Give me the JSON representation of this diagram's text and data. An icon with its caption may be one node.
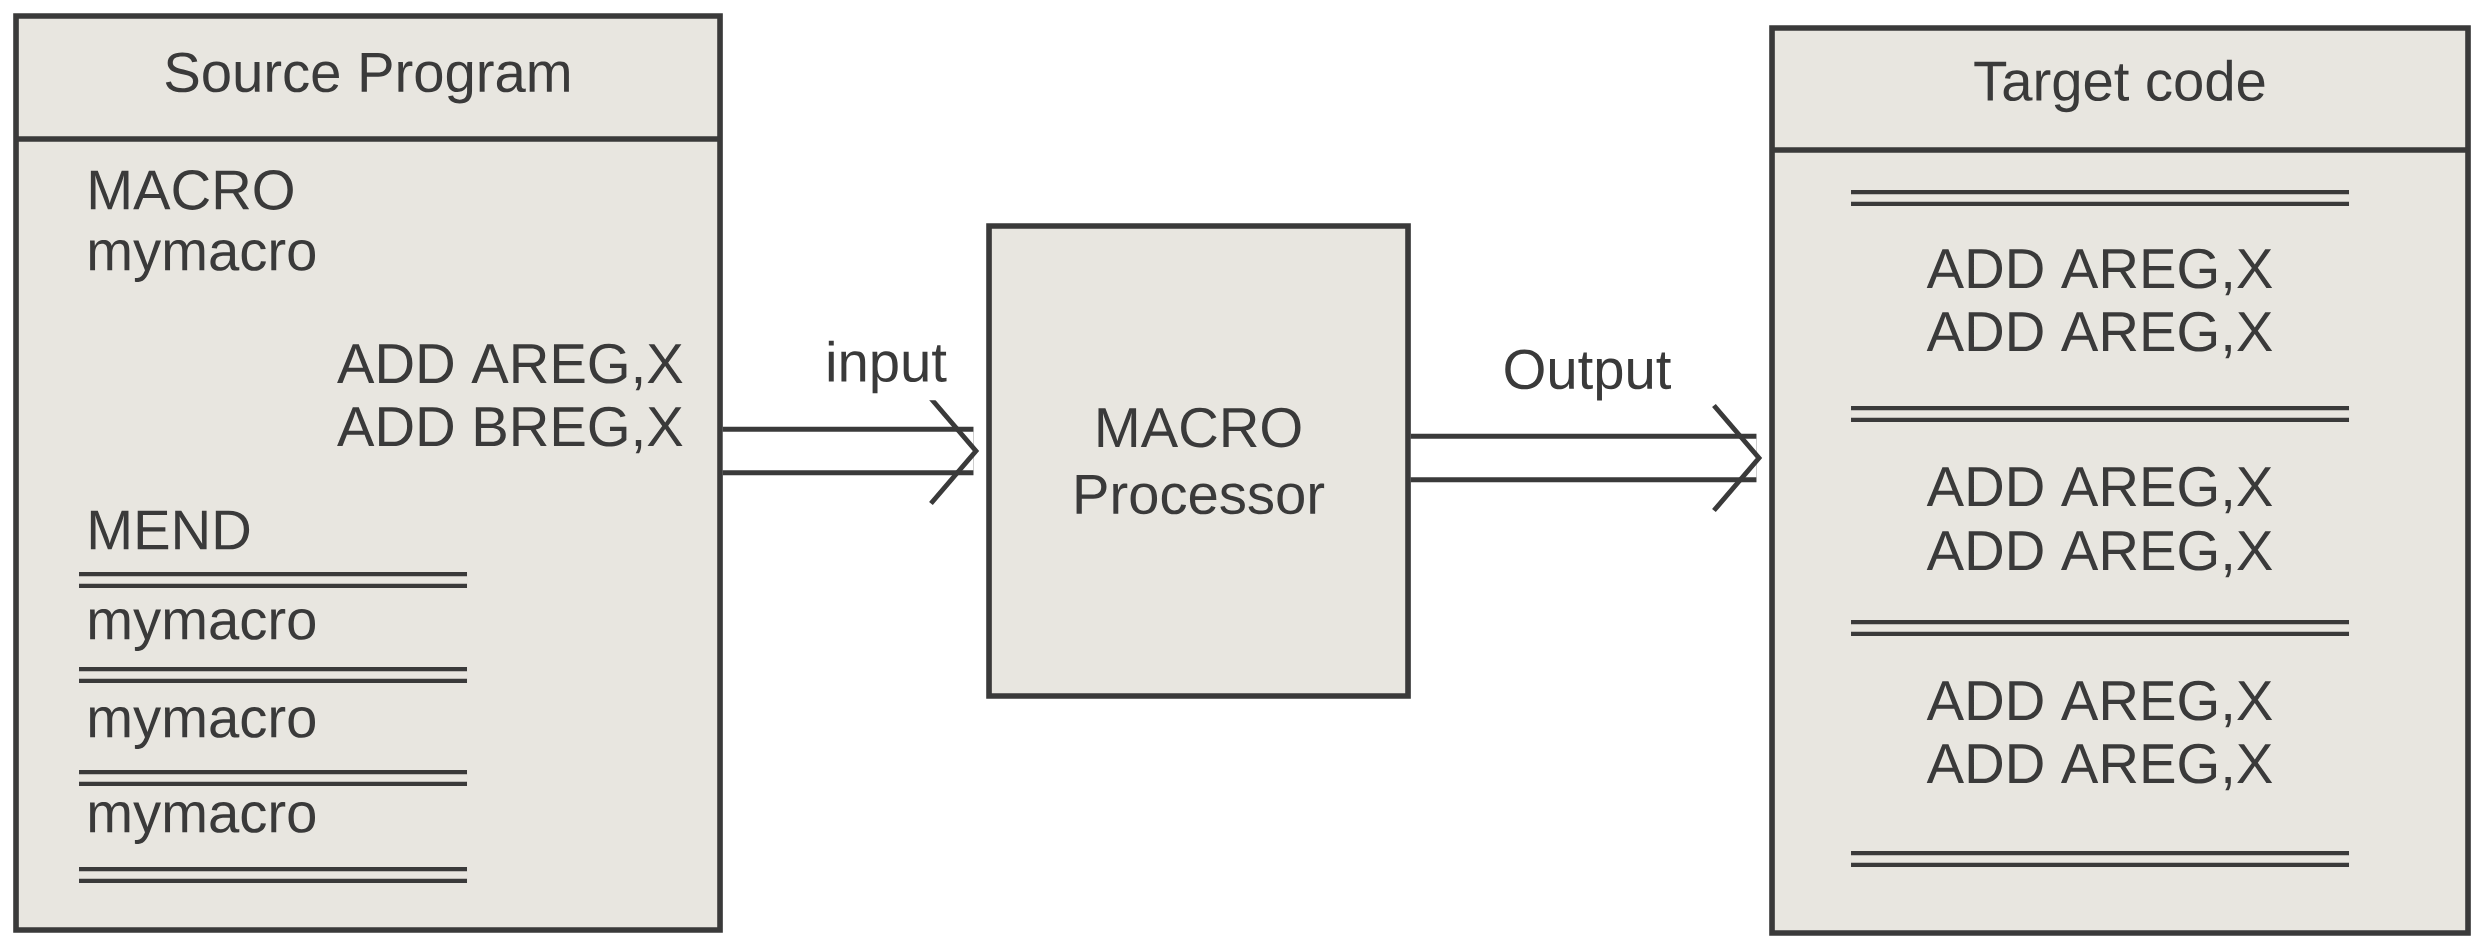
{
  "diagram": {
    "nodes": [
      {
        "text": [
          "Source Program",
          "MACRO",
          "mymacro",
          "ADD AREG,X",
          "ADD BREG,X",
          "MEND",
          "mymacro",
          "mymacro",
          "mymacro"
        ]
      },
      {
        "text": [
          "MACRO Processor"
        ]
      },
      {
        "text": [
          "Target code",
          "ADD AREG,X",
          "ADD AREG,X",
          "ADD AREG,X",
          "ADD AREG,X",
          "ADD AREG,X",
          "ADD AREG,X"
        ]
      }
    ],
    "edges": [
      {
        "from": 0,
        "to": 1,
        "arrow": "to",
        "label": "input"
      },
      {
        "from": 1,
        "to": 2,
        "arrow": "to",
        "label": "Output"
      }
    ]
  }
}
